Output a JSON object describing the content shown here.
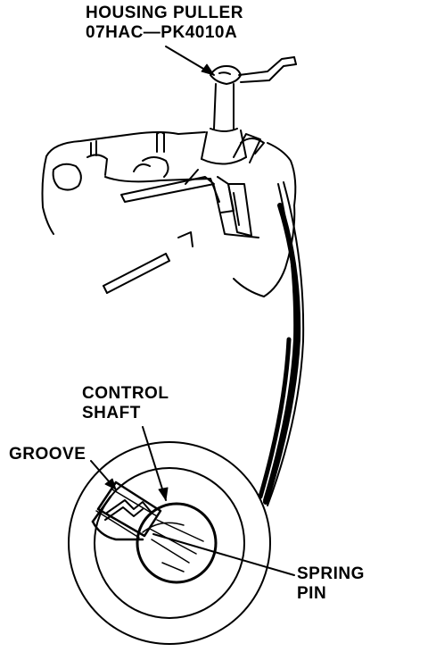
{
  "labels": {
    "housing_puller": {
      "line1": "HOUSING PULLER",
      "line2": "07HAC—PK4010A"
    },
    "control_shaft": {
      "line1": "CONTROL",
      "line2": "SHAFT"
    },
    "groove": "GROOVE",
    "spring_pin": {
      "line1": "SPRING",
      "line2": "PIN"
    }
  },
  "colors": {
    "ink": "#000000",
    "paper": "#ffffff"
  }
}
